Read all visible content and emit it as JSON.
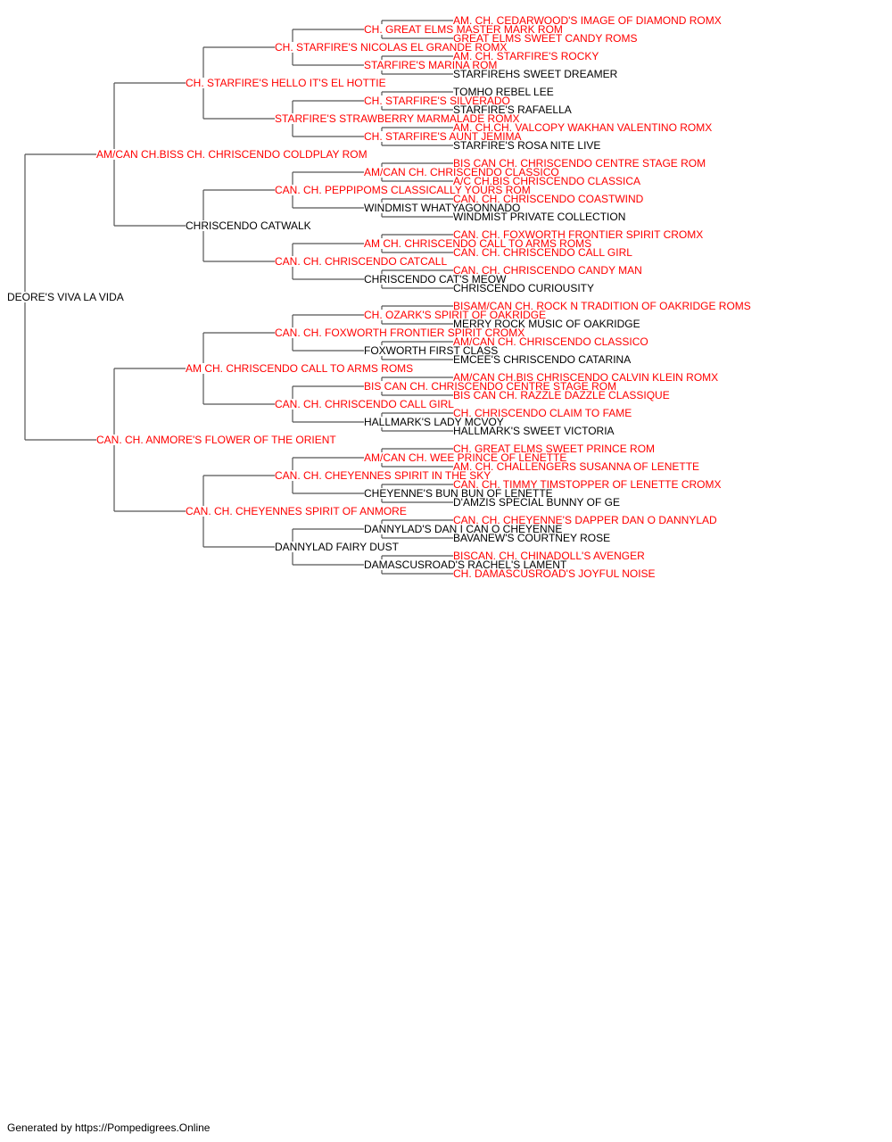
{
  "colors": {
    "champion": "#ff0000",
    "plain": "#000000",
    "line": "#555555"
  },
  "pedigree": {
    "name": "DEORE'S VIVA LA VIDA",
    "ch": false,
    "sire": {
      "name": "AM/CAN CH.BISS CH. CHRISCENDO COLDPLAY ROM",
      "ch": true,
      "sire": {
        "name": "CH. STARFIRE'S HELLO IT'S EL HOTTIE",
        "ch": true,
        "sire": {
          "name": "CH. STARFIRE'S NICOLAS EL GRANDE ROMX",
          "ch": true,
          "sire": {
            "name": "CH. GREAT ELMS MASTER MARK ROM",
            "ch": true,
            "sire": {
              "name": "AM. CH. CEDARWOOD'S IMAGE OF DIAMOND ROMX",
              "ch": true
            },
            "dam": {
              "name": "GREAT ELMS SWEET CANDY ROMS",
              "ch": true
            }
          },
          "dam": {
            "name": "STARFIRE'S MARINA ROM",
            "ch": true,
            "sire": {
              "name": "AM. CH. STARFIRE'S ROCKY",
              "ch": true
            },
            "dam": {
              "name": "STARFIREHS SWEET DREAMER",
              "ch": false
            }
          }
        },
        "dam": {
          "name": "STARFIRE'S STRAWBERRY MARMALADE ROMX",
          "ch": true,
          "sire": {
            "name": "CH. STARFIRE'S SILVERADO",
            "ch": true,
            "sire": {
              "name": "TOMHO REBEL LEE",
              "ch": false
            },
            "dam": {
              "name": "STARFIRE'S RAFAELLA",
              "ch": false
            }
          },
          "dam": {
            "name": "CH. STARFIRE'S AUNT JEMIMA",
            "ch": true,
            "sire": {
              "name": "AM. CH.CH. VALCOPY WAKHAN VALENTINO ROMX",
              "ch": true
            },
            "dam": {
              "name": "STARFIRE'S ROSA NITE LIVE",
              "ch": false
            }
          }
        }
      },
      "dam": {
        "name": "CHRISCENDO CATWALK",
        "ch": false,
        "sire": {
          "name": "CAN. CH. PEPPIPOMS CLASSICALLY YOURS ROM",
          "ch": true,
          "sire": {
            "name": "AM/CAN CH. CHRISCENDO CLASSICO",
            "ch": true,
            "sire": {
              "name": "BIS CAN CH. CHRISCENDO CENTRE STAGE ROM",
              "ch": true
            },
            "dam": {
              "name": "A/C CH.BIS CHRISCENDO CLASSICA",
              "ch": true
            }
          },
          "dam": {
            "name": "WINDMIST WHATYAGONNADO",
            "ch": false,
            "sire": {
              "name": "CAN. CH. CHRISCENDO COASTWIND",
              "ch": true
            },
            "dam": {
              "name": "WINDMIST PRIVATE COLLECTION",
              "ch": false
            }
          }
        },
        "dam": {
          "name": "CAN. CH. CHRISCENDO CATCALL",
          "ch": true,
          "sire": {
            "name": "AM CH. CHRISCENDO CALL TO ARMS ROMS",
            "ch": true,
            "sire": {
              "name": "CAN. CH. FOXWORTH FRONTIER SPIRIT CROMX",
              "ch": true
            },
            "dam": {
              "name": "CAN. CH. CHRISCENDO CALL GIRL",
              "ch": true
            }
          },
          "dam": {
            "name": "CHRISCENDO CAT'S MEOW",
            "ch": false,
            "sire": {
              "name": "CAN. CH. CHRISCENDO CANDY MAN",
              "ch": true
            },
            "dam": {
              "name": "CHRISCENDO CURIOUSITY",
              "ch": false
            }
          }
        }
      }
    },
    "dam": {
      "name": "CAN. CH. ANMORE'S FLOWER OF THE ORIENT",
      "ch": true,
      "sire": {
        "name": "AM CH. CHRISCENDO CALL TO ARMS ROMS",
        "ch": true,
        "sire": {
          "name": "CAN. CH. FOXWORTH FRONTIER SPIRIT CROMX",
          "ch": true,
          "sire": {
            "name": "CH. OZARK'S SPIRIT OF OAKRIDGE",
            "ch": true,
            "sire": {
              "name": "BISAM/CAN CH. ROCK N TRADITION OF OAKRIDGE ROMS",
              "ch": true
            },
            "dam": {
              "name": "MERRY ROCK MUSIC OF OAKRIDGE",
              "ch": false
            }
          },
          "dam": {
            "name": "FOXWORTH FIRST CLASS",
            "ch": false,
            "sire": {
              "name": "AM/CAN CH. CHRISCENDO CLASSICO",
              "ch": true
            },
            "dam": {
              "name": "EMCEE'S CHRISCENDO CATARINA",
              "ch": false
            }
          }
        },
        "dam": {
          "name": "CAN. CH. CHRISCENDO CALL GIRL",
          "ch": true,
          "sire": {
            "name": "BIS CAN CH. CHRISCENDO CENTRE STAGE ROM",
            "ch": true,
            "sire": {
              "name": "AM/CAN CH.BIS CHRISCENDO CALVIN KLEIN ROMX",
              "ch": true
            },
            "dam": {
              "name": "BIS CAN CH. RAZZLE DAZZLE CLASSIQUE",
              "ch": true
            }
          },
          "dam": {
            "name": "HALLMARK'S LADY MCVOY",
            "ch": false,
            "sire": {
              "name": "CH. CHRISCENDO CLAIM TO FAME",
              "ch": true
            },
            "dam": {
              "name": "HALLMARK'S SWEET VICTORIA",
              "ch": false
            }
          }
        }
      },
      "dam": {
        "name": "CAN. CH. CHEYENNES SPIRIT OF ANMORE",
        "ch": true,
        "sire": {
          "name": "CAN. CH. CHEYENNES SPIRIT IN THE SKY",
          "ch": true,
          "sire": {
            "name": "AM/CAN CH. WEE PRINCE OF LENETTE",
            "ch": true,
            "sire": {
              "name": "CH. GREAT ELMS SWEET PRINCE ROM",
              "ch": true
            },
            "dam": {
              "name": "AM. CH. CHALLENGERS SUSANNA OF LENETTE",
              "ch": true
            }
          },
          "dam": {
            "name": "CHEYENNE'S BUN BUN OF LENETTE",
            "ch": false,
            "sire": {
              "name": "CAN. CH. TIMMY TIMSTOPPER OF LENETTE CROMX",
              "ch": true
            },
            "dam": {
              "name": "D'AMZIS SPECIAL BUNNY OF GE",
              "ch": false
            }
          }
        },
        "dam": {
          "name": "DANNYLAD FAIRY DUST",
          "ch": false,
          "sire": {
            "name": "DANNYLAD'S DAN I CAN O CHEYENNE",
            "ch": false,
            "sire": {
              "name": "CAN. CH. CHEYENNE'S DAPPER DAN O DANNYLAD",
              "ch": true
            },
            "dam": {
              "name": "BAVANEW'S COURTNEY ROSE",
              "ch": false
            }
          },
          "dam": {
            "name": "DAMASCUSROAD'S RACHEL'S LAMENT",
            "ch": false,
            "sire": {
              "name": "BISCAN. CH. CHINADOLL'S AVENGER",
              "ch": true
            },
            "dam": {
              "name": "CH. DAMASCUSROAD'S JOYFUL NOISE",
              "ch": true
            }
          }
        }
      }
    }
  },
  "footer": "Generated by https://Pompedigrees.Online"
}
